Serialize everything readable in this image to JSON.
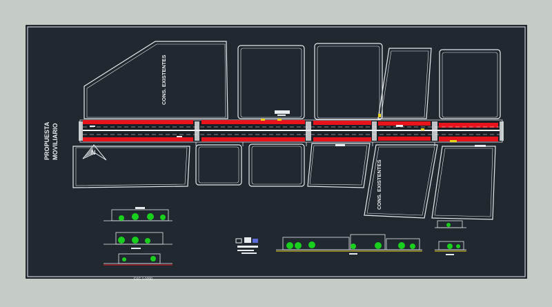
{
  "labels": {
    "proposal_line1": "PROPUESTA",
    "proposal_line2": "MOVILIARIO",
    "existing_top": "CONS. EXISTENTES",
    "existing_bottom": "CONS. EXISTENTES",
    "scale_caption": "ESC 1:1000"
  },
  "north_arrow": {
    "icon": "north-arrow-icon",
    "letter": "N"
  },
  "colors": {
    "paper": "#c5ccc6",
    "drawing_bg": "#212830",
    "lines": "#e8ecef",
    "street_red": "#e8131b",
    "median": "#f2f2f2",
    "trees": "#19d11c",
    "yellow": "#e8d21a"
  }
}
